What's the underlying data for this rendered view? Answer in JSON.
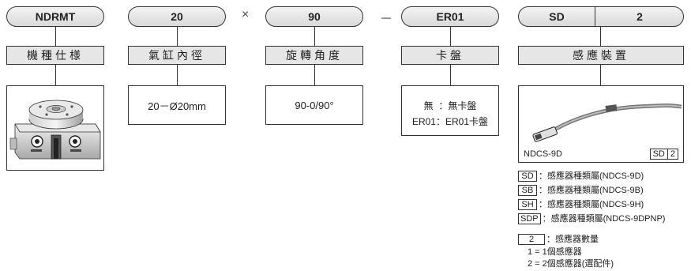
{
  "segments": [
    {
      "code": "NDRMT",
      "label": "機種仕様"
    },
    {
      "code": "20",
      "label": "氣缸內徑",
      "value": "20－Ø20mm"
    },
    {
      "code": "90",
      "label": "旋轉角度",
      "value": "90-0/90°"
    },
    {
      "code": "ER01",
      "label": "卡盤",
      "options": [
        {
          "key": "無",
          "sep": "：",
          "text": "無卡盤"
        },
        {
          "key": "ER01",
          "sep": "：",
          "text": "ER01卡盤"
        }
      ]
    },
    {
      "code_a": "SD",
      "code_b": "2",
      "label": "感應裝置",
      "image_caption": "NDCS-9D",
      "image_tag_a": "SD",
      "image_tag_b": "2"
    }
  ],
  "operators": [
    "×",
    "－"
  ],
  "sensor_types": [
    {
      "code": "SD",
      "desc": "：感應器種類屬(NDCS-9D)"
    },
    {
      "code": "SB",
      "desc": "：感應器種類屬(NDCS-9B)"
    },
    {
      "code": "SH",
      "desc": "：感應器種類屬(NDCS-9H)"
    },
    {
      "code": "SDP",
      "desc": "：感應器種類屬(NDCS-9DPNP)"
    }
  ],
  "quantity": {
    "code": "2",
    "desc": "：感應器數量",
    "options": [
      "1 = 1個感應器",
      "2 = 2個感應器(選配件)"
    ]
  }
}
